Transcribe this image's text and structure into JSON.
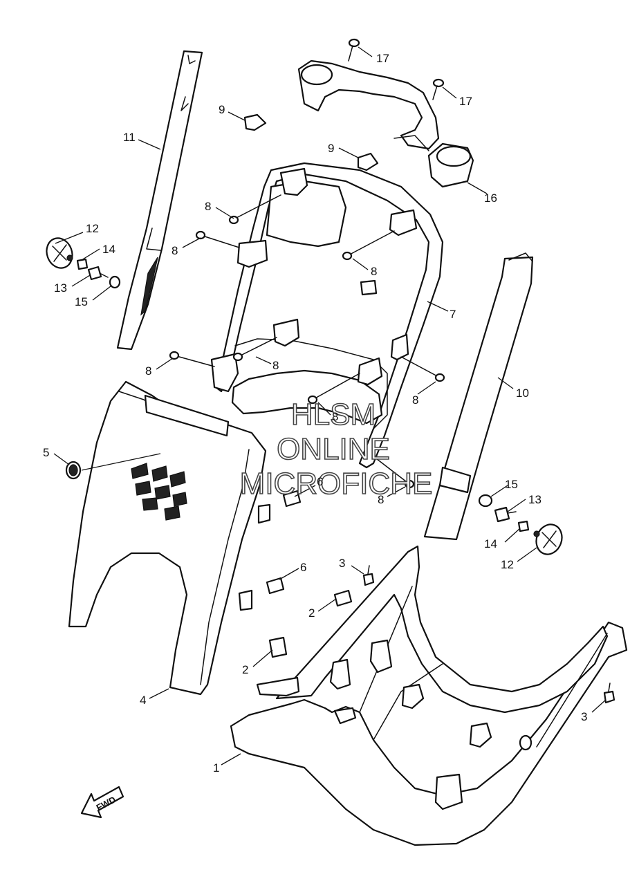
{
  "watermark": {
    "line1": "HLSM",
    "line2": "ONLINE",
    "line3": "MICROFICHE"
  },
  "direction_label": "FWD",
  "callouts": {
    "c1": "1",
    "c2a": "2",
    "c2b": "2",
    "c3a": "3",
    "c3b": "3",
    "c4": "4",
    "c5": "5",
    "c6a": "6",
    "c6b": "6",
    "c7": "7",
    "c8a": "8",
    "c8b": "8",
    "c8c": "8",
    "c8d": "8",
    "c8e": "8",
    "c8f": "8",
    "c8g": "8",
    "c8h": "8",
    "c9a": "9",
    "c9b": "9",
    "c10": "10",
    "c11": "11",
    "c12a": "12",
    "c12b": "12",
    "c13a": "13",
    "c13b": "13",
    "c14a": "14",
    "c14b": "14",
    "c15a": "15",
    "c15b": "15",
    "c16": "16",
    "c17a": "17",
    "c17b": "17"
  }
}
